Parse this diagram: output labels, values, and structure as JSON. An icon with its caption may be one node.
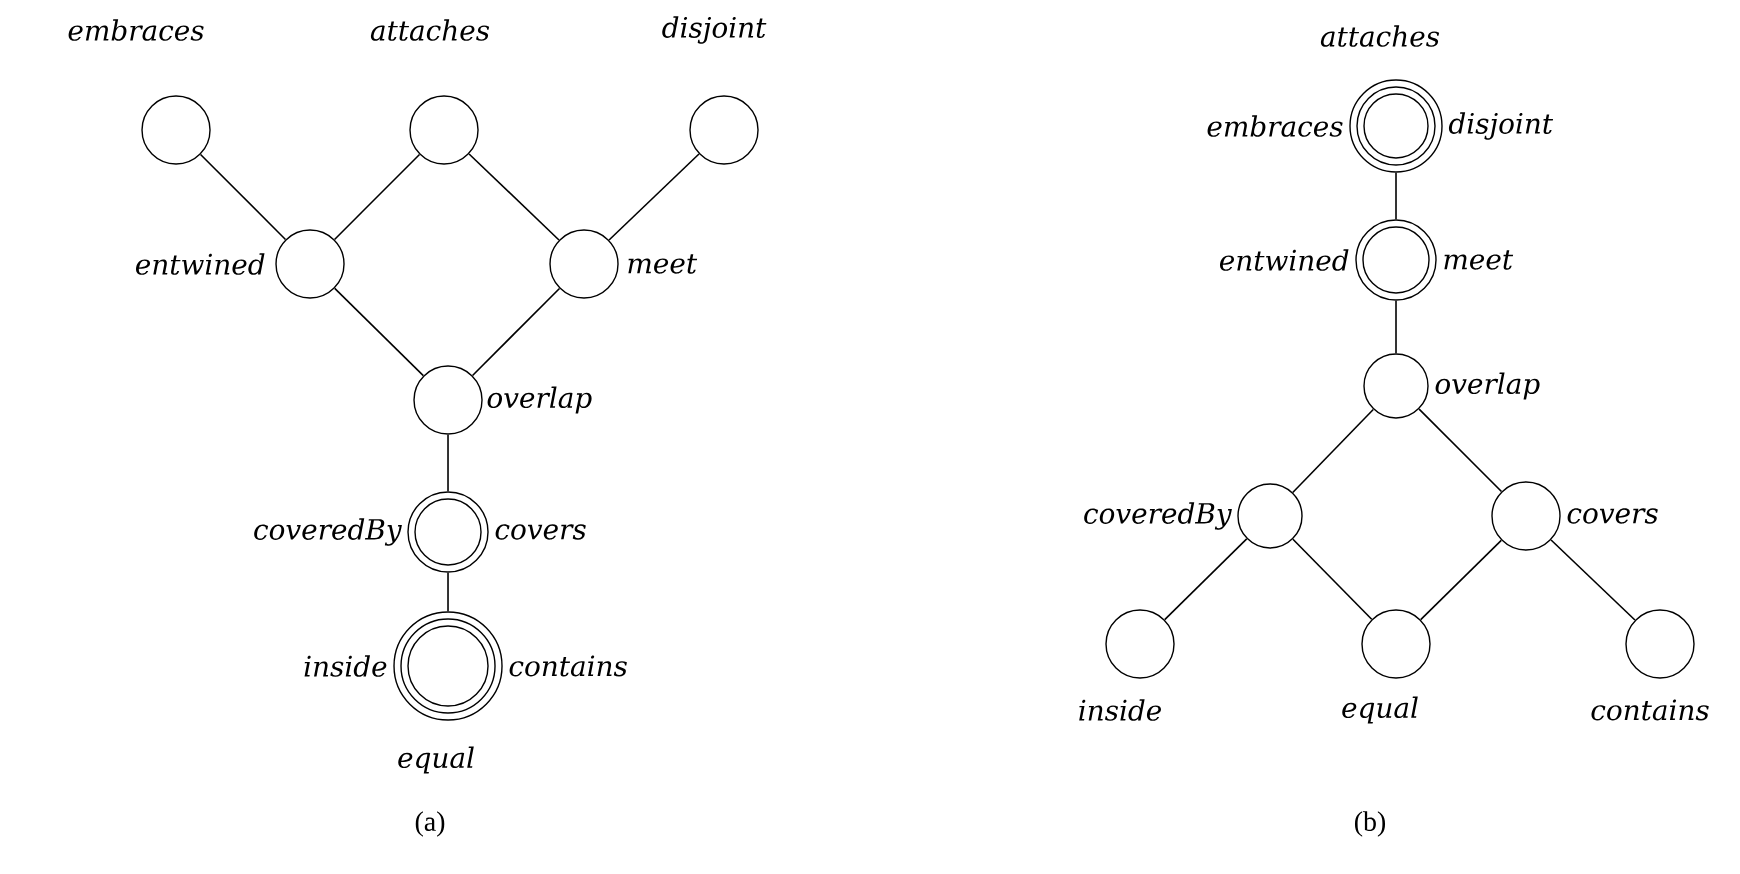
{
  "diagram": {
    "nodes": [
      {
        "text": [],
        "shape": "circle",
        "beside": [
          "embraces"
        ]
      },
      {
        "text": [],
        "shape": "circle",
        "beside": [
          "attaches"
        ]
      },
      {
        "text": [],
        "shape": "circle",
        "beside": [
          "disjoint"
        ]
      },
      {
        "text": [],
        "shape": "circle",
        "beside": [
          "entwined"
        ]
      },
      {
        "text": [],
        "shape": "circle",
        "beside": [
          "meet"
        ]
      },
      {
        "text": [],
        "shape": "circle",
        "beside": [
          "overlap"
        ]
      },
      {
        "text": [],
        "shape": "circle",
        "beside": [
          "coveredBy",
          "covers"
        ]
      },
      {
        "text": [],
        "shape": "circle",
        "beside": [
          "inside",
          "contains",
          "equal"
        ]
      },
      {
        "text": [],
        "shape": "circle",
        "beside": [
          "attaches",
          "embraces",
          "disjoint"
        ]
      },
      {
        "text": [],
        "shape": "circle",
        "beside": [
          "entwined",
          "meet"
        ]
      },
      {
        "text": [],
        "shape": "circle",
        "beside": [
          "overlap"
        ]
      },
      {
        "text": [],
        "shape": "circle",
        "beside": [
          "coveredBy"
        ]
      },
      {
        "text": [],
        "shape": "circle",
        "beside": [
          "covers"
        ]
      },
      {
        "text": [],
        "shape": "circle",
        "beside": [
          "inside"
        ]
      },
      {
        "text": [],
        "shape": "circle",
        "beside": [
          "equal"
        ]
      },
      {
        "text": [],
        "shape": "circle",
        "beside": [
          "contains"
        ]
      }
    ],
    "edges": [
      {
        "from": 0,
        "to": 3,
        "arrow": "none"
      },
      {
        "from": 1,
        "to": 3,
        "arrow": "none"
      },
      {
        "from": 1,
        "to": 4,
        "arrow": "none"
      },
      {
        "from": 2,
        "to": 4,
        "arrow": "none"
      },
      {
        "from": 3,
        "to": 5,
        "arrow": "none"
      },
      {
        "from": 4,
        "to": 5,
        "arrow": "none"
      },
      {
        "from": 5,
        "to": 6,
        "arrow": "none"
      },
      {
        "from": 6,
        "to": 7,
        "arrow": "none"
      },
      {
        "from": 8,
        "to": 9,
        "arrow": "none"
      },
      {
        "from": 9,
        "to": 10,
        "arrow": "none"
      },
      {
        "from": 10,
        "to": 11,
        "arrow": "none"
      },
      {
        "from": 10,
        "to": 12,
        "arrow": "none"
      },
      {
        "from": 11,
        "to": 13,
        "arrow": "none"
      },
      {
        "from": 11,
        "to": 14,
        "arrow": "none"
      },
      {
        "from": 12,
        "to": 14,
        "arrow": "none"
      },
      {
        "from": 12,
        "to": 15,
        "arrow": "none"
      }
    ],
    "labels": [
      "(a)",
      "(b)"
    ]
  }
}
